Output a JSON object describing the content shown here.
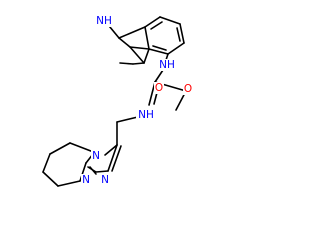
{
  "molecule": {
    "atoms": {
      "nh_ring": {
        "text": "NH",
        "color": "#0000ff"
      },
      "nh_amide1": {
        "text": "NH",
        "color": "#0000ff"
      },
      "o1": {
        "text": "O",
        "color": "#ff0000"
      },
      "o2": {
        "text": "O",
        "color": "#ff0000"
      },
      "nh_amide2": {
        "text": "NH",
        "color": "#0000ff"
      },
      "n_triazole_a": {
        "text": "N",
        "color": "#0000ff"
      },
      "n_triazole_b": {
        "text": "N",
        "color": "#0000ff"
      },
      "n_triazole_c": {
        "text": "N",
        "color": "#0000ff"
      }
    }
  }
}
